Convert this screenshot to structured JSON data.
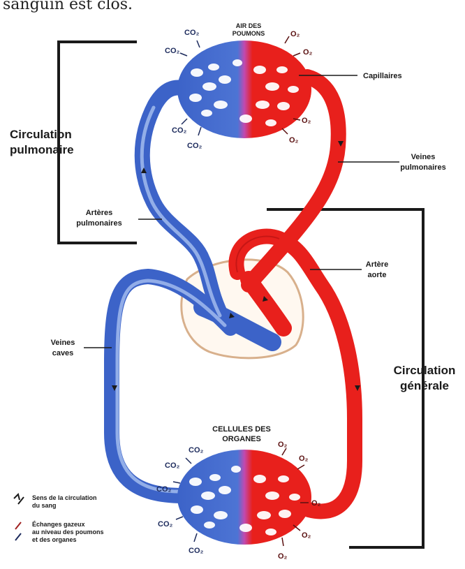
{
  "caption": "sanguin est clos.",
  "labels": {
    "air_poumons": [
      "AIR DES",
      "POUMONS"
    ],
    "capillaires": "Capillaires",
    "veines_pulmonaires": [
      "Veines",
      "pulmonaires"
    ],
    "circulation_pulmonaire": [
      "Circulation",
      "pulmonaire"
    ],
    "arteres_pulmonaires": [
      "Artères",
      "pulmonaires"
    ],
    "artere_aorte": [
      "Artère",
      "aorte"
    ],
    "veines_caves": [
      "Veines",
      "caves"
    ],
    "circulation_generale": [
      "Circulation",
      "générale"
    ],
    "cellules_organes": [
      "CELLULES DES",
      "ORGANES"
    ]
  },
  "gases": {
    "co2": "CO₂",
    "o2": "O₂"
  },
  "legend": {
    "sens": [
      "Sens de la circulation",
      "du sang"
    ],
    "echanges": [
      "Échanges gazeux",
      "au niveau des poumons",
      "et des organes"
    ]
  },
  "colors": {
    "oxygenated": "#e8201c",
    "deoxygenated": "#3c63c8",
    "bracket": "#1a1a1a",
    "heart_outline": "#d8b08c"
  }
}
